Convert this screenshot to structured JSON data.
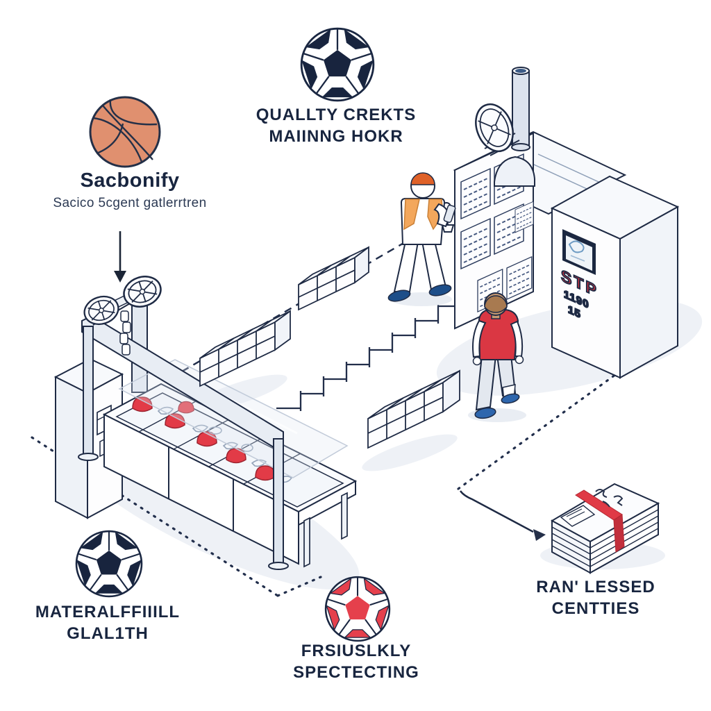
{
  "colors": {
    "ink": "#1e2a44",
    "navy_text": "#18253f",
    "red": "#e23b47",
    "basketball_orange": "#e0906f",
    "stop_red": "#d4323e",
    "vest_orange": "#f3a75c",
    "shirt_red": "#da3743",
    "shoe_blue": "#2e66ad"
  },
  "labels": {
    "supplier": {
      "title": "Sacbonify",
      "subtitle": "Sacico 5cgent gatlerrtren"
    },
    "quality": {
      "line1": "QUALLTY CREKTS",
      "line2": "MAIINNG HOKR"
    },
    "material": {
      "line1": "MATERALFFIIILL",
      "line2": "GLAL1TH"
    },
    "inspection": {
      "line1": "FRSIUSLKLY",
      "line2": "SPECTECTING"
    },
    "dispatch": {
      "line1": "RAN' LESSED",
      "line2": "CENTTIES"
    }
  },
  "machine": {
    "stop": "STP",
    "counter_line1": "1190",
    "counter_line2": "15"
  }
}
